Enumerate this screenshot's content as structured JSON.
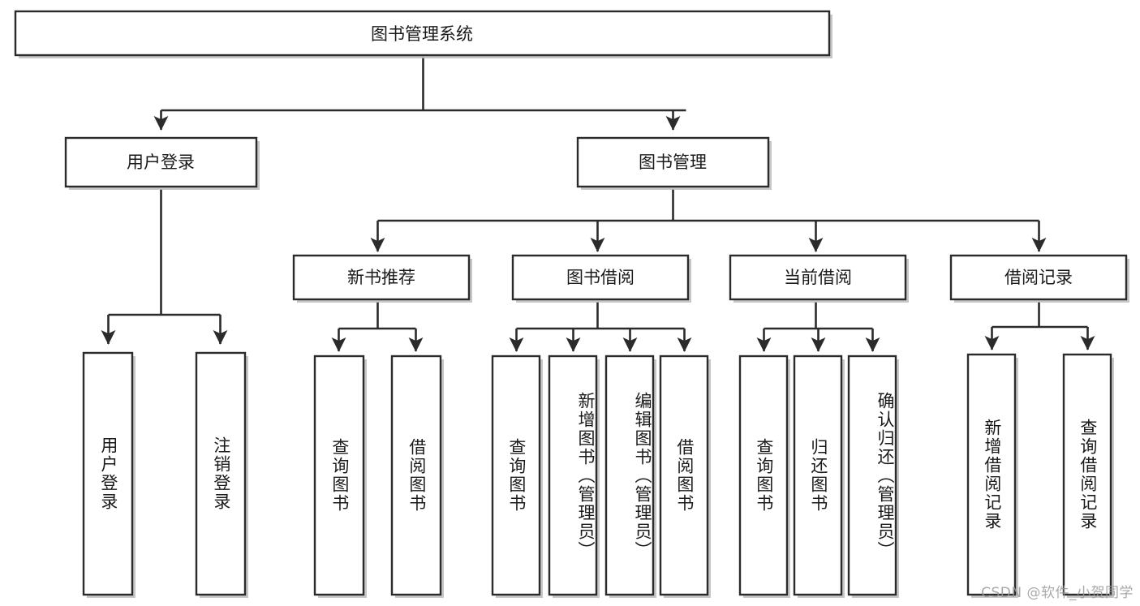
{
  "diagram": {
    "title": "图书管理系统",
    "watermark": "CSDN @软件_小贺同学",
    "colors": {
      "box_stroke": "#2b2b2b",
      "box_fill": "#ffffff",
      "connector": "#2b2b2b",
      "shadow": "#bdbdbd",
      "text": "#1a1a1a",
      "watermark": "#9a9a9a"
    },
    "levels": {
      "root": {
        "label": "图书管理系统"
      },
      "level2": [
        {
          "label": "用户登录"
        },
        {
          "label": "图书管理"
        }
      ],
      "level3": [
        {
          "label": "新书推荐"
        },
        {
          "label": "图书借阅"
        },
        {
          "label": "当前借阅"
        },
        {
          "label": "借阅记录"
        }
      ]
    },
    "leaves": {
      "user_login": [
        {
          "label": "用户登录"
        },
        {
          "label": "注销登录"
        }
      ],
      "new_book_recommend": [
        {
          "label": "查询图书"
        },
        {
          "label": "借阅图书"
        }
      ],
      "book_borrow": [
        {
          "label": "查询图书"
        },
        {
          "label": "新增图书（管理员）"
        },
        {
          "label": "编辑图书（管理员）"
        },
        {
          "label": "借阅图书"
        }
      ],
      "current_borrow": [
        {
          "label": "查询图书"
        },
        {
          "label": "归还图书"
        },
        {
          "label": "确认归还（管理员）"
        }
      ],
      "borrow_record": [
        {
          "label": "新增借阅记录"
        },
        {
          "label": "查询借阅记录"
        }
      ]
    }
  },
  "chart_data": {
    "type": "table",
    "title": "图书管理系统 功能结构图",
    "nodes": [
      {
        "id": "root",
        "label": "图书管理系统",
        "level": 1,
        "parent": null
      },
      {
        "id": "user-login",
        "label": "用户登录",
        "level": 2,
        "parent": "root"
      },
      {
        "id": "book-manage",
        "label": "图书管理",
        "level": 2,
        "parent": "root"
      },
      {
        "id": "new-book",
        "label": "新书推荐",
        "level": 3,
        "parent": "book-manage"
      },
      {
        "id": "book-borrow",
        "label": "图书借阅",
        "level": 3,
        "parent": "book-manage"
      },
      {
        "id": "current-borrow",
        "label": "当前借阅",
        "level": 3,
        "parent": "book-manage"
      },
      {
        "id": "borrow-record",
        "label": "借阅记录",
        "level": 3,
        "parent": "book-manage"
      },
      {
        "id": "ul-1",
        "label": "用户登录",
        "level": 3,
        "parent": "user-login"
      },
      {
        "id": "ul-2",
        "label": "注销登录",
        "level": 3,
        "parent": "user-login"
      },
      {
        "id": "nb-1",
        "label": "查询图书",
        "level": 4,
        "parent": "new-book"
      },
      {
        "id": "nb-2",
        "label": "借阅图书",
        "level": 4,
        "parent": "new-book"
      },
      {
        "id": "bb-1",
        "label": "查询图书",
        "level": 4,
        "parent": "book-borrow"
      },
      {
        "id": "bb-2",
        "label": "新增图书（管理员）",
        "level": 4,
        "parent": "book-borrow"
      },
      {
        "id": "bb-3",
        "label": "编辑图书（管理员）",
        "level": 4,
        "parent": "book-borrow"
      },
      {
        "id": "bb-4",
        "label": "借阅图书",
        "level": 4,
        "parent": "book-borrow"
      },
      {
        "id": "cb-1",
        "label": "查询图书",
        "level": 4,
        "parent": "current-borrow"
      },
      {
        "id": "cb-2",
        "label": "归还图书",
        "level": 4,
        "parent": "current-borrow"
      },
      {
        "id": "cb-3",
        "label": "确认归还（管理员）",
        "level": 4,
        "parent": "current-borrow"
      },
      {
        "id": "br-1",
        "label": "新增借阅记录",
        "level": 4,
        "parent": "borrow-record"
      },
      {
        "id": "br-2",
        "label": "查询借阅记录",
        "level": 4,
        "parent": "borrow-record"
      }
    ]
  }
}
